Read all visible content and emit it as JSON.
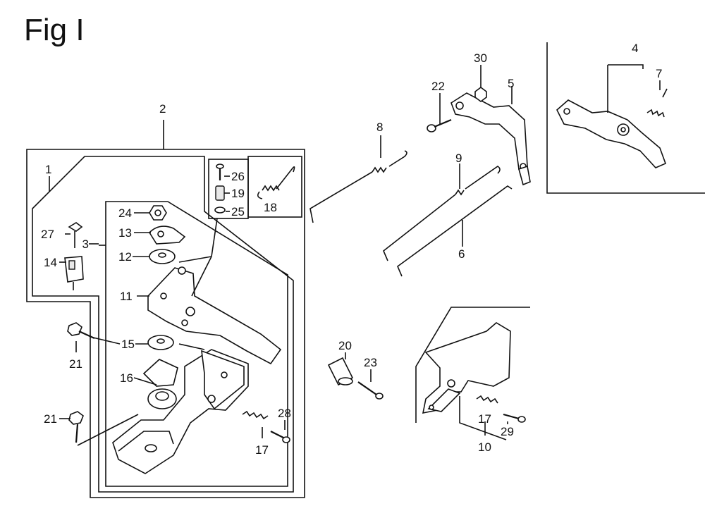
{
  "figure": {
    "title": "Fig I"
  },
  "callouts": [
    "1",
    "2",
    "3",
    "4",
    "5",
    "6",
    "7",
    "8",
    "9",
    "10",
    "11",
    "12",
    "13",
    "14",
    "15",
    "16",
    "17",
    "17",
    "18",
    "19",
    "20",
    "21",
    "21",
    "22",
    "23",
    "24",
    "25",
    "26",
    "27",
    "28",
    "29",
    "30"
  ]
}
